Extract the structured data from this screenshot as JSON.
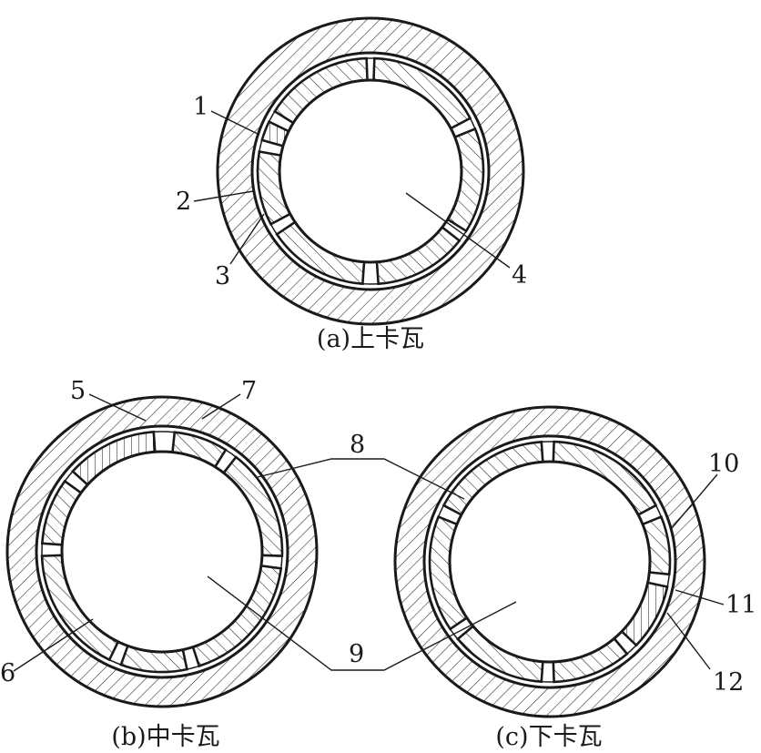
{
  "figure": {
    "panel_a": {
      "caption": "(a)上卡瓦",
      "labels": [
        "1",
        "2",
        "3",
        "4"
      ]
    },
    "panel_b": {
      "caption": "(b)中卡瓦",
      "labels": [
        "5",
        "7",
        "6"
      ]
    },
    "panel_c": {
      "caption": "(c)下卡瓦",
      "labels": [
        "10",
        "11",
        "12"
      ]
    },
    "shared_labels": [
      "8",
      "9"
    ]
  }
}
